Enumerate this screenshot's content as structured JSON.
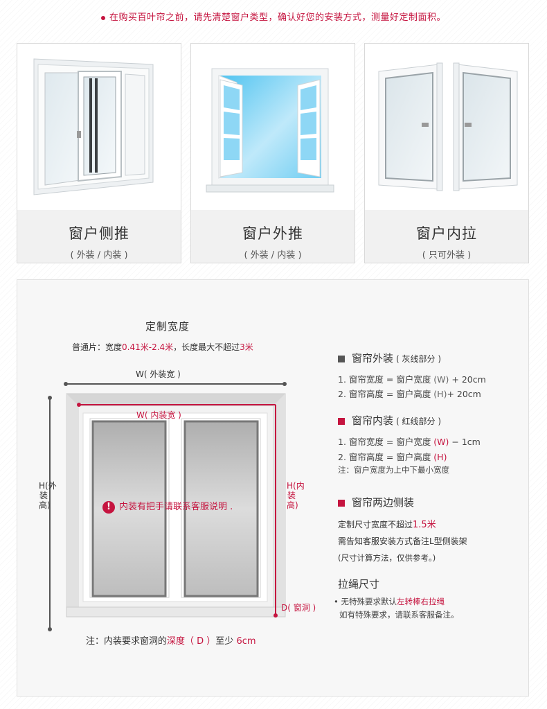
{
  "top_note": "在购买百叶帘之前，请先清楚窗户类型，确认好您的安装方式，测量好定制面积。",
  "cards": [
    {
      "title": "窗户侧推",
      "subtitle": "( 外装 / 内装 )"
    },
    {
      "title": "窗户外推",
      "subtitle": "( 外装 / 内装 )"
    },
    {
      "title": "窗户内拉",
      "subtitle": "( 只可外装 )"
    }
  ],
  "width_section": {
    "title": "定制宽度",
    "normal_prefix": "普通片：宽度",
    "normal_range": "0.41米-2.4米",
    "normal_mid": "，长度最大不超过",
    "normal_max": "3米"
  },
  "diagram": {
    "outer_width": "W( 外装宽 )",
    "inner_width": "W( 内装宽 )",
    "outer_height": "H(外装高)",
    "inner_height": "H(内装高)",
    "depth": "D( 窗洞 )",
    "warning": "内装有把手请联系客服说明 .",
    "note_prefix": "注：内装要求窗洞的",
    "note_depth": "深度（ D ）",
    "note_mid": "至少",
    "note_value": "6cm"
  },
  "outer_install": {
    "title": "窗帘外装",
    "paren": "( 灰线部分 )",
    "line1_prefix": "1. 窗帘宽度 = 窗户宽度 ",
    "line1_var": "(W)",
    "line1_suffix": " + 20cm",
    "line2_prefix": "2. 窗帘高度 = 窗户高度 ",
    "line2_var": "(H)",
    "line2_suffix": "+ 20cm"
  },
  "inner_install": {
    "title": "窗帘内装",
    "paren": "( 红线部分 )",
    "line1_prefix": "1. 窗帘宽度 = 窗户宽度 ",
    "line1_var": "(W)",
    "line1_suffix": " − 1cm",
    "line2_prefix": "2. 窗帘高度 = 窗户高度 ",
    "line2_var": "(H)",
    "note": "注：窗户宽度为上中下最小宽度"
  },
  "side_install": {
    "title": "窗帘两边侧装",
    "line1_prefix": "定制尺寸宽度不超过",
    "line1_value": "1.5米",
    "line2": "需告知客服安装方式备注L型侧装架",
    "line3": "(尺寸计算方法，仅供参考。)"
  },
  "cord": {
    "title": "拉绳尺寸",
    "line1_prefix": "• 无特殊要求默认",
    "line1_red": "左转棒右拉绳",
    "line2": "如有特殊要求，请联系客服备注。"
  },
  "colors": {
    "accent": "#c5143f",
    "gray_marker": "#555555"
  }
}
